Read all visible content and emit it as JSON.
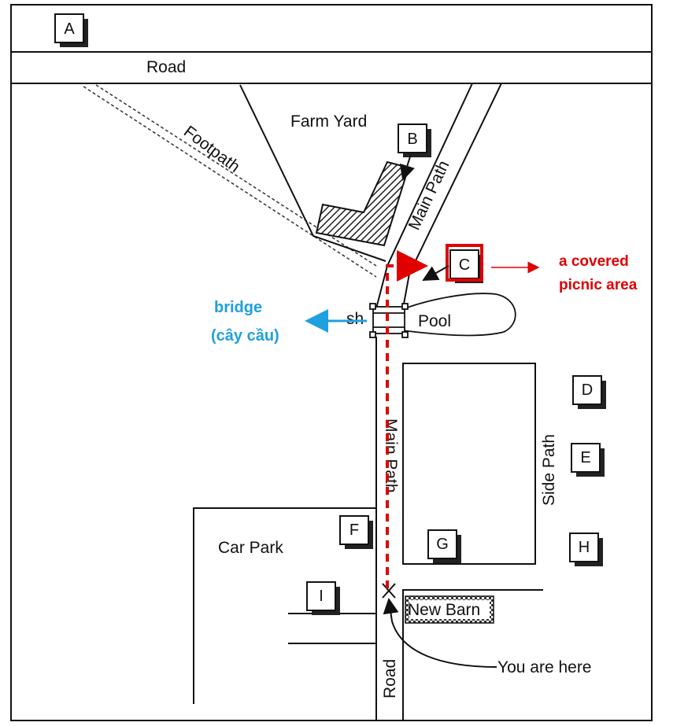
{
  "labels": {
    "road_top": "Road",
    "footpath": "Footpath",
    "farm_yard": "Farm Yard",
    "main_path_upper": "Main Path",
    "main_path_lower": "Main Path",
    "pool": "Pool",
    "sh_fragment": "sh",
    "side_path": "Side Path",
    "car_park": "Car Park",
    "new_barn": "New Barn",
    "you_are_here": "You are here",
    "road_bottom": "Road"
  },
  "markers": {
    "A": "A",
    "B": "B",
    "C": "C",
    "D": "D",
    "E": "E",
    "F": "F",
    "G": "G",
    "H": "H",
    "I": "I"
  },
  "annotations": {
    "covered_line1": "a covered",
    "covered_line2": "picnic area",
    "bridge_line1": "bridge",
    "bridge_line2": "(cây cầu)"
  },
  "colors": {
    "route": "#e00000",
    "highlight": "#e00000",
    "bridge_annotation": "#1fa0e0",
    "ink": "#111111"
  }
}
